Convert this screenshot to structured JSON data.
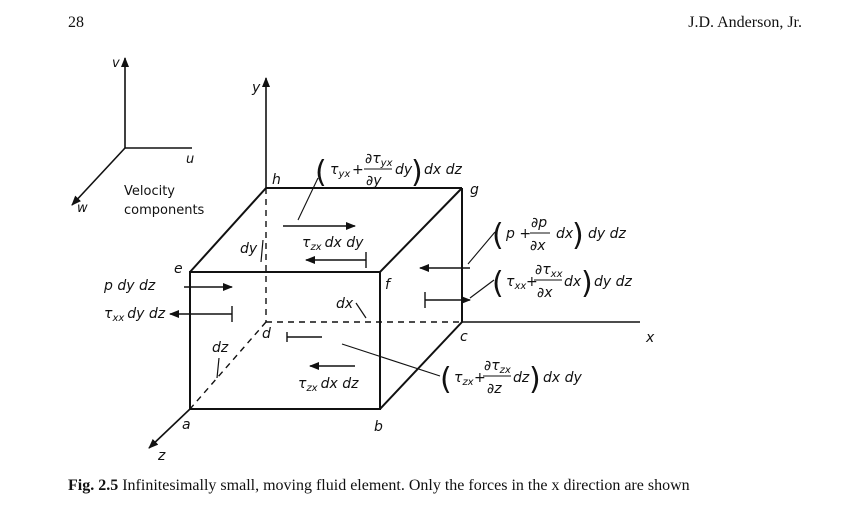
{
  "header": {
    "page_number": "28",
    "author": "J.D. Anderson, Jr."
  },
  "figure": {
    "axes": {
      "x": "x",
      "y": "y",
      "z": "z"
    },
    "velocity_axes": {
      "u": "u",
      "v": "v",
      "w": "w"
    },
    "velocity_caption_line1": "Velocity",
    "velocity_caption_line2": "components",
    "corners": {
      "a": "a",
      "b": "b",
      "c": "c",
      "d": "d",
      "e": "e",
      "f": "f",
      "g": "g",
      "h": "h"
    },
    "differentials": {
      "dx": "dx",
      "dy": "dy",
      "dz": "dz"
    },
    "labels": {
      "p_face": "p dy dz",
      "tau_xx_face": "dy dz",
      "tau_yx_bottom": "dx dy",
      "tau_zx_back": "dx dz",
      "p_plus_lead": "p +",
      "p_plus_tail": "dx",
      "p_plus_out": "dy dz",
      "tau_xx_plus_tail": "dx",
      "tau_xx_plus_out": "dy dz",
      "tau_yx_plus_tail": "dy",
      "tau_yx_plus_out": "dx dz",
      "tau_zx_plus_tail": "dz",
      "tau_zx_plus_out": "dx dy"
    }
  },
  "caption": {
    "label": "Fig. 2.5",
    "text": "Infinitesimally small, moving fluid element. Only the forces in the x direction are shown"
  }
}
